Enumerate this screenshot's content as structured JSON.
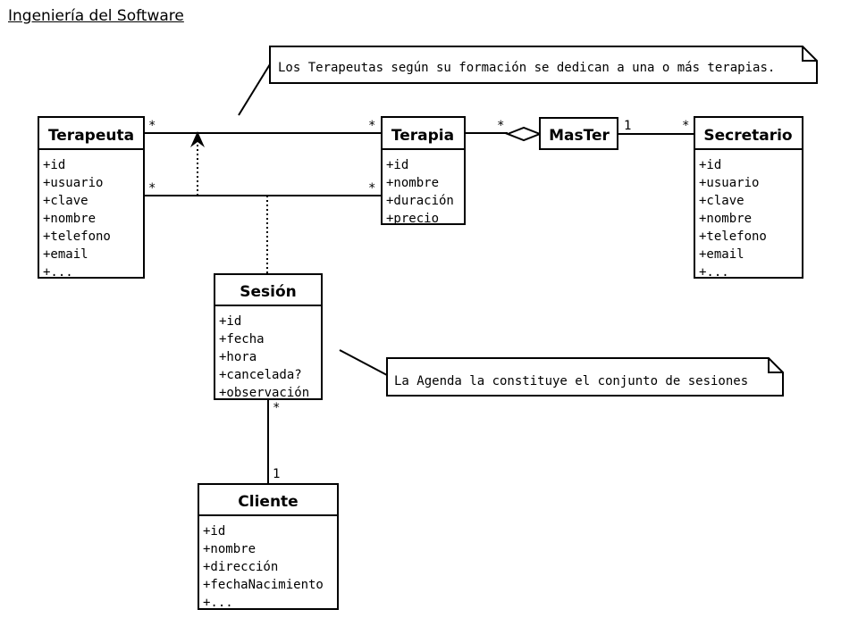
{
  "header": {
    "title": "Ingeniería del Software"
  },
  "diagram": {
    "classes": {
      "terapeuta": {
        "name": "Terapeuta",
        "attributes": [
          "+id",
          "+usuario",
          "+clave",
          "+nombre",
          "+telefono",
          "+email",
          "+..."
        ]
      },
      "terapia": {
        "name": "Terapia",
        "attributes": [
          "+id",
          "+nombre",
          "+duración",
          "+precio"
        ]
      },
      "master": {
        "name": "MasTer",
        "attributes": []
      },
      "secretario": {
        "name": "Secretario",
        "attributes": [
          "+id",
          "+usuario",
          "+clave",
          "+nombre",
          "+telefono",
          "+email",
          "+..."
        ]
      },
      "sesion": {
        "name": "Sesión",
        "attributes": [
          "+id",
          "+fecha",
          "+hora",
          "+cancelada?",
          "+observación"
        ]
      },
      "cliente": {
        "name": "Cliente",
        "attributes": [
          "+id",
          "+nombre",
          "+dirección",
          "+fechaNacimiento",
          "+..."
        ]
      }
    },
    "notes": {
      "terapeutas": "Los Terapeutas según su formación se dedican a una o más terapias.",
      "agenda": "La Agenda la constituye el conjunto de sesiones"
    },
    "multiplicities": {
      "terapeuta_top": "*",
      "terapia_top_left": "*",
      "terapeuta_bottom": "*",
      "terapia_bottom_left": "*",
      "terapia_master": "*",
      "master_secretario": "1",
      "secretario_master": "*",
      "sesion_cliente": "*",
      "cliente_sesion": "1"
    }
  }
}
